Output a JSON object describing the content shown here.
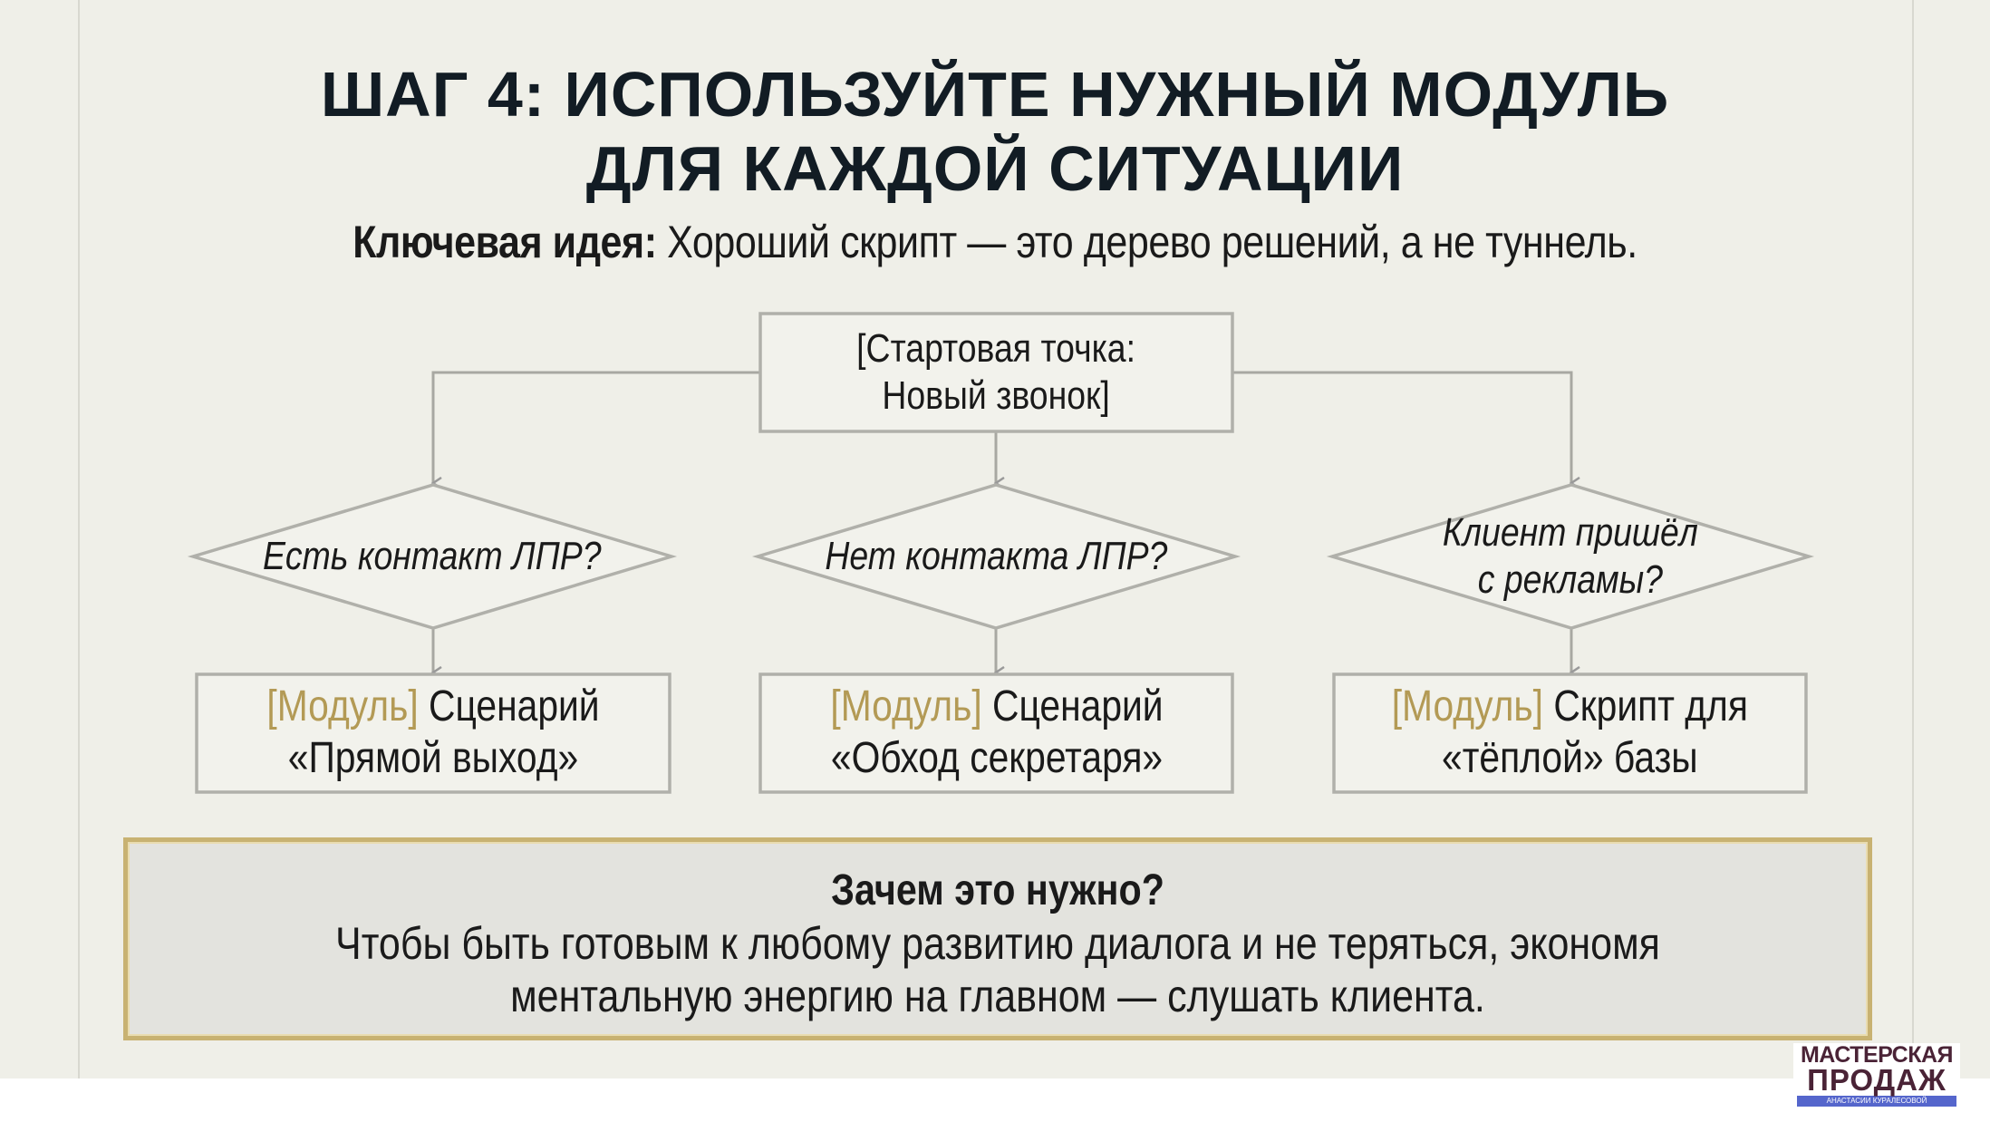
{
  "title": {
    "line1": "ШАГ 4: ИСПОЛЬЗУЙТЕ НУЖНЫЙ МОДУЛЬ",
    "line2": "ДЛЯ КАЖДОЙ СИТУАЦИИ"
  },
  "key_idea": {
    "label": "Ключевая идея:",
    "text": " Хороший скрипт — это дерево решений, а не туннель."
  },
  "start": {
    "line1": "[Стартовая точка:",
    "line2": "Новый звонок]"
  },
  "decisions": [
    {
      "line1": "Есть контакт ЛПР?",
      "line2": ""
    },
    {
      "line1": "Нет контакта ЛПР?",
      "line2": ""
    },
    {
      "line1": "Клиент пришёл",
      "line2": "с рекламы?"
    }
  ],
  "modules": [
    {
      "tag": "[Модуль]",
      "line1": " Сценарий",
      "line2": "«Прямой выход»"
    },
    {
      "tag": "[Модуль]",
      "line1": " Сценарий",
      "line2": "«Обход секретаря»"
    },
    {
      "tag": "[Модуль]",
      "line1": " Скрипт для",
      "line2": "«тёплой» базы"
    }
  ],
  "why": {
    "heading": "Зачем это нужно?",
    "line1": "Чтобы быть готовым к любому развитию диалога и не теряться, экономя",
    "line2": "ментальную энергию на главном — слушать клиента."
  },
  "logo": {
    "line1": "МАСТЕРСКАЯ",
    "line2": "ПРОДАЖ",
    "line3": "АНАСТАСИИ КУРАЛЕСОВОЙ"
  },
  "colors": {
    "accent": "#b39a55",
    "border": "#c8b272",
    "background": "#efefe8"
  }
}
